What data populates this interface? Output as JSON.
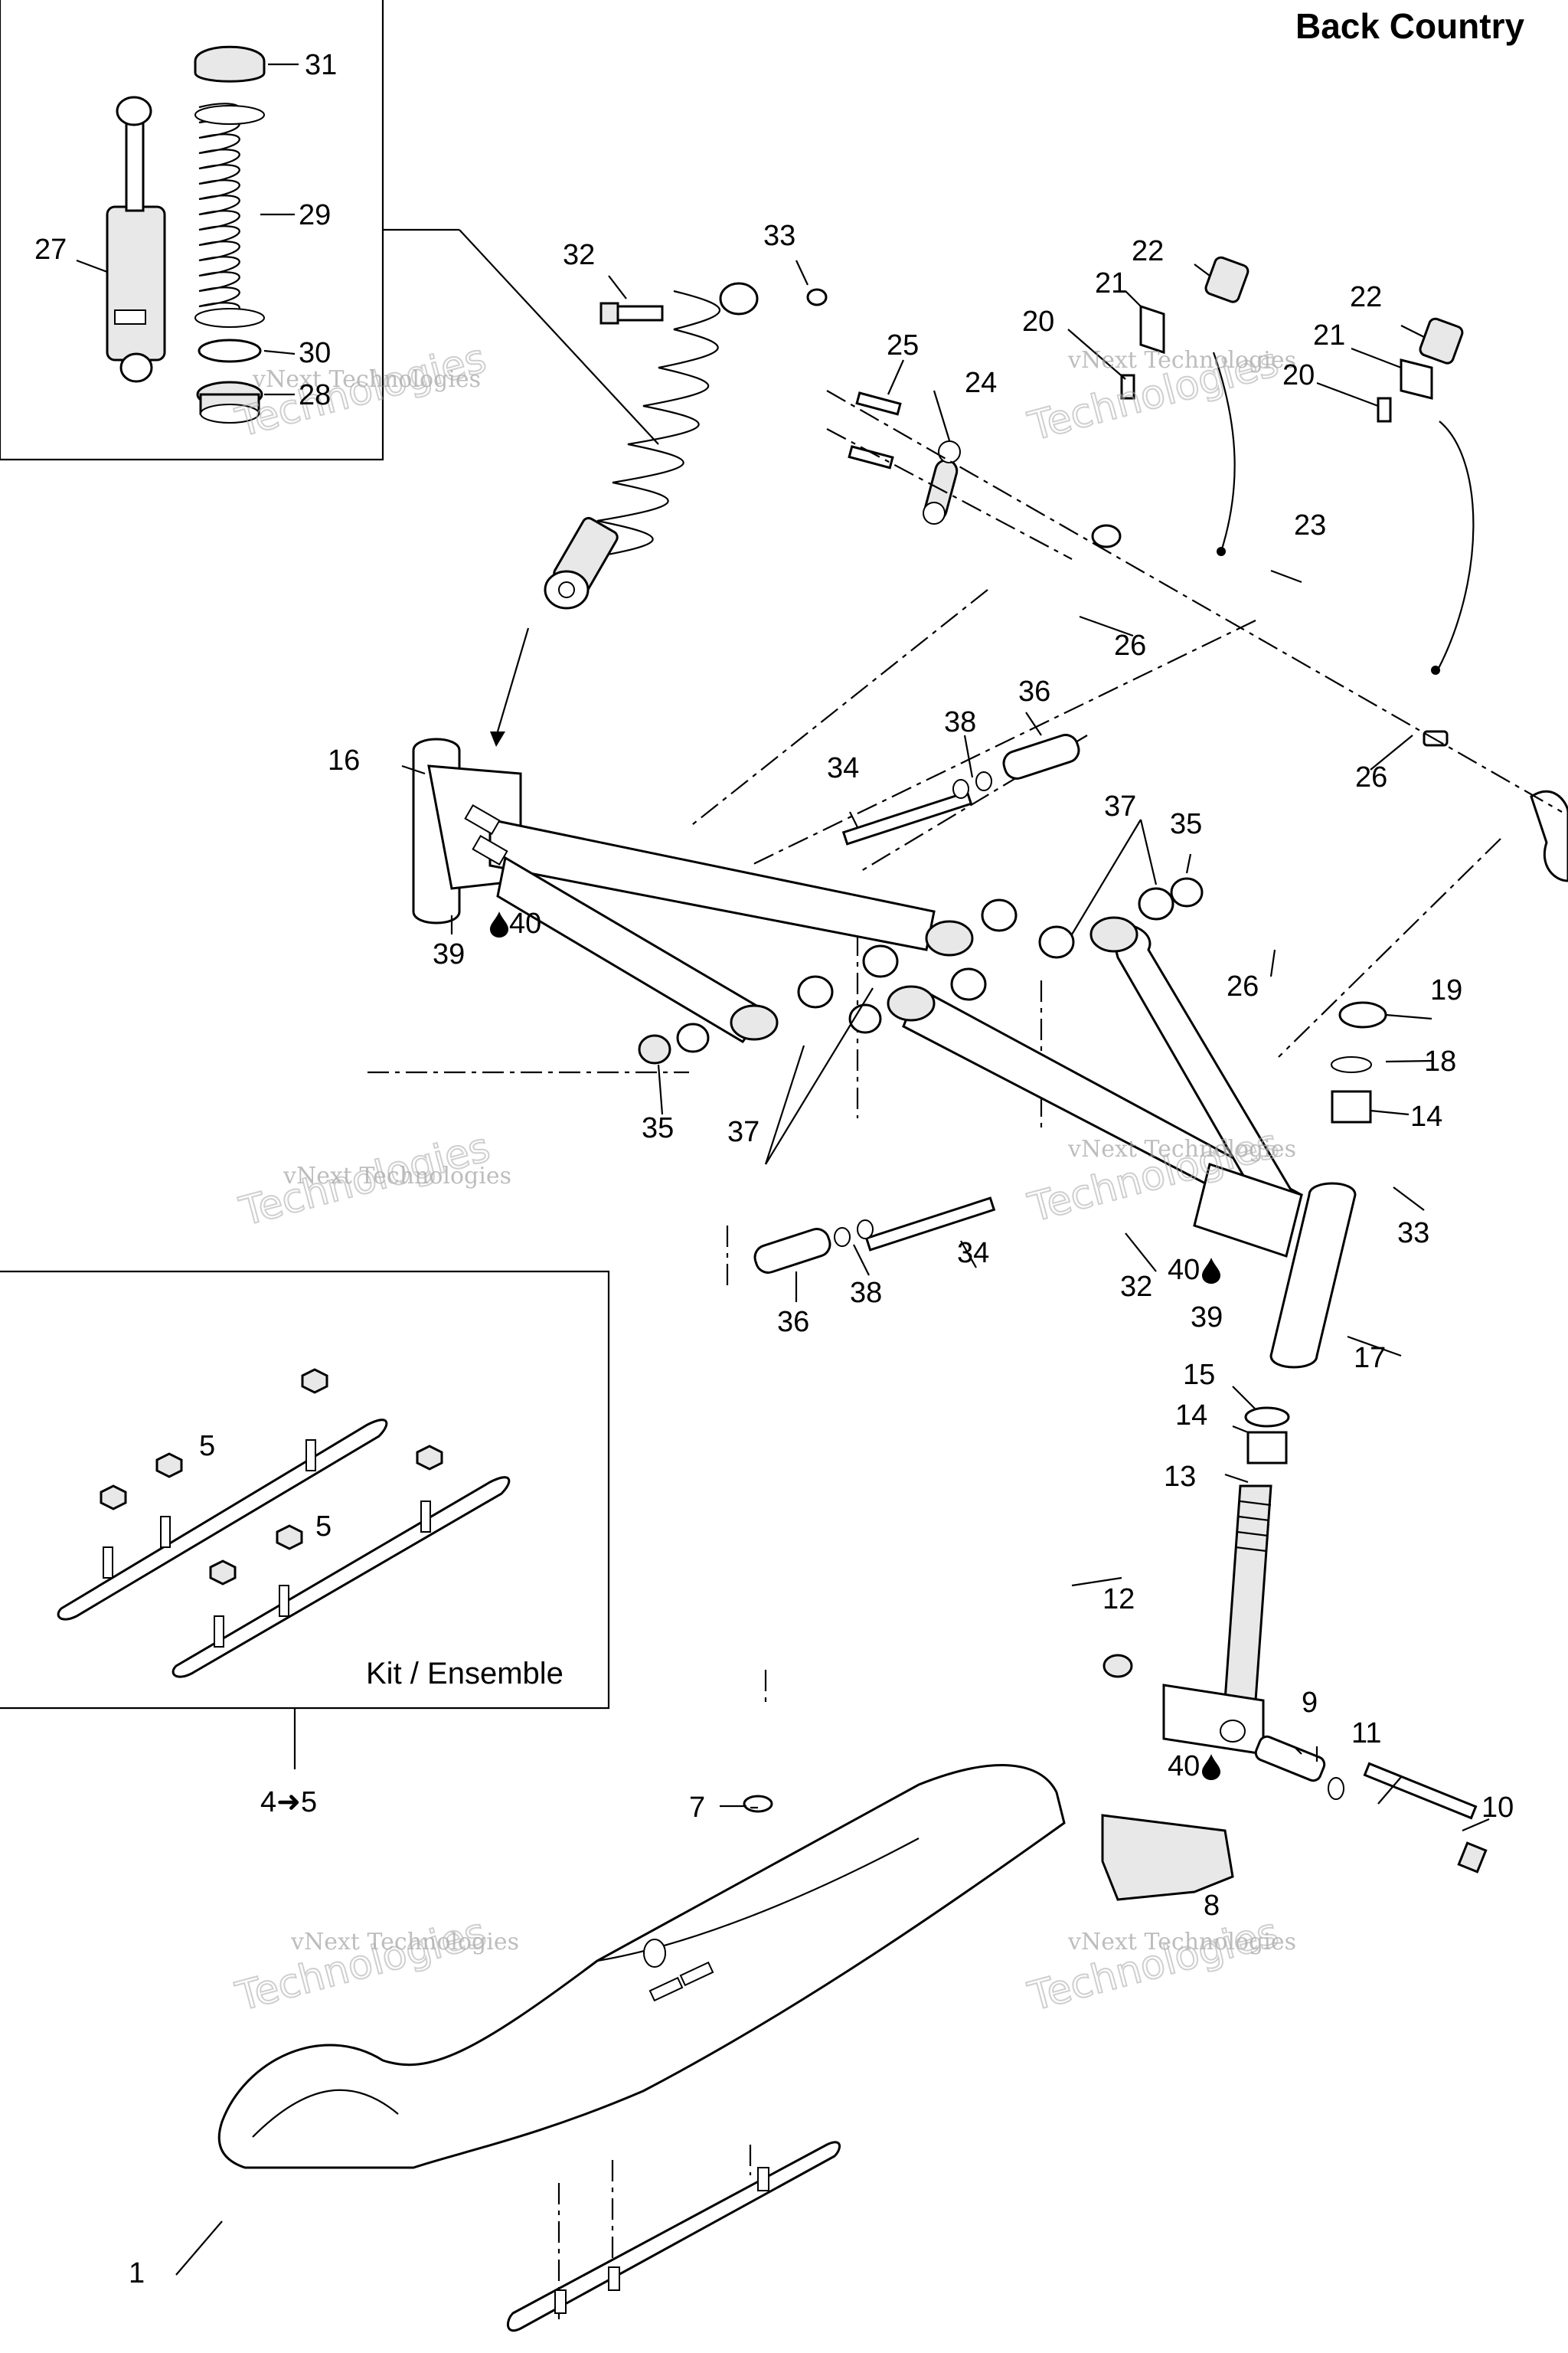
{
  "title": "Back Country",
  "kit_label": "Kit / Ensemble",
  "kit_ref": "4➜5",
  "watermark": {
    "line1": "vNext Technologies",
    "line2": "Technologies"
  },
  "callouts": {
    "c1": "1",
    "c5a": "5",
    "c5b": "5",
    "c7": "7",
    "c8": "8",
    "c9": "9",
    "c10": "10",
    "c11": "11",
    "c12": "12",
    "c13": "13",
    "c14a": "14",
    "c14b": "14",
    "c15": "15",
    "c16": "16",
    "c17": "17",
    "c18": "18",
    "c19": "19",
    "c20a": "20",
    "c20b": "20",
    "c21a": "21",
    "c21b": "21",
    "c22a": "22",
    "c22b": "22",
    "c23": "23",
    "c24": "24",
    "c25": "25",
    "c26a": "26",
    "c26b": "26",
    "c26c": "26",
    "c27": "27",
    "c28": "28",
    "c29": "29",
    "c30": "30",
    "c31": "31",
    "c32a": "32",
    "c32b": "32",
    "c33a": "33",
    "c33b": "33",
    "c34a": "34",
    "c34b": "34",
    "c35a": "35",
    "c35b": "35",
    "c36a": "36",
    "c36b": "36",
    "c37a": "37",
    "c37b": "37",
    "c38a": "38",
    "c38b": "38",
    "c39a": "39",
    "c39b": "39",
    "c40a": "40",
    "c40b": "40",
    "c40c": "40"
  }
}
